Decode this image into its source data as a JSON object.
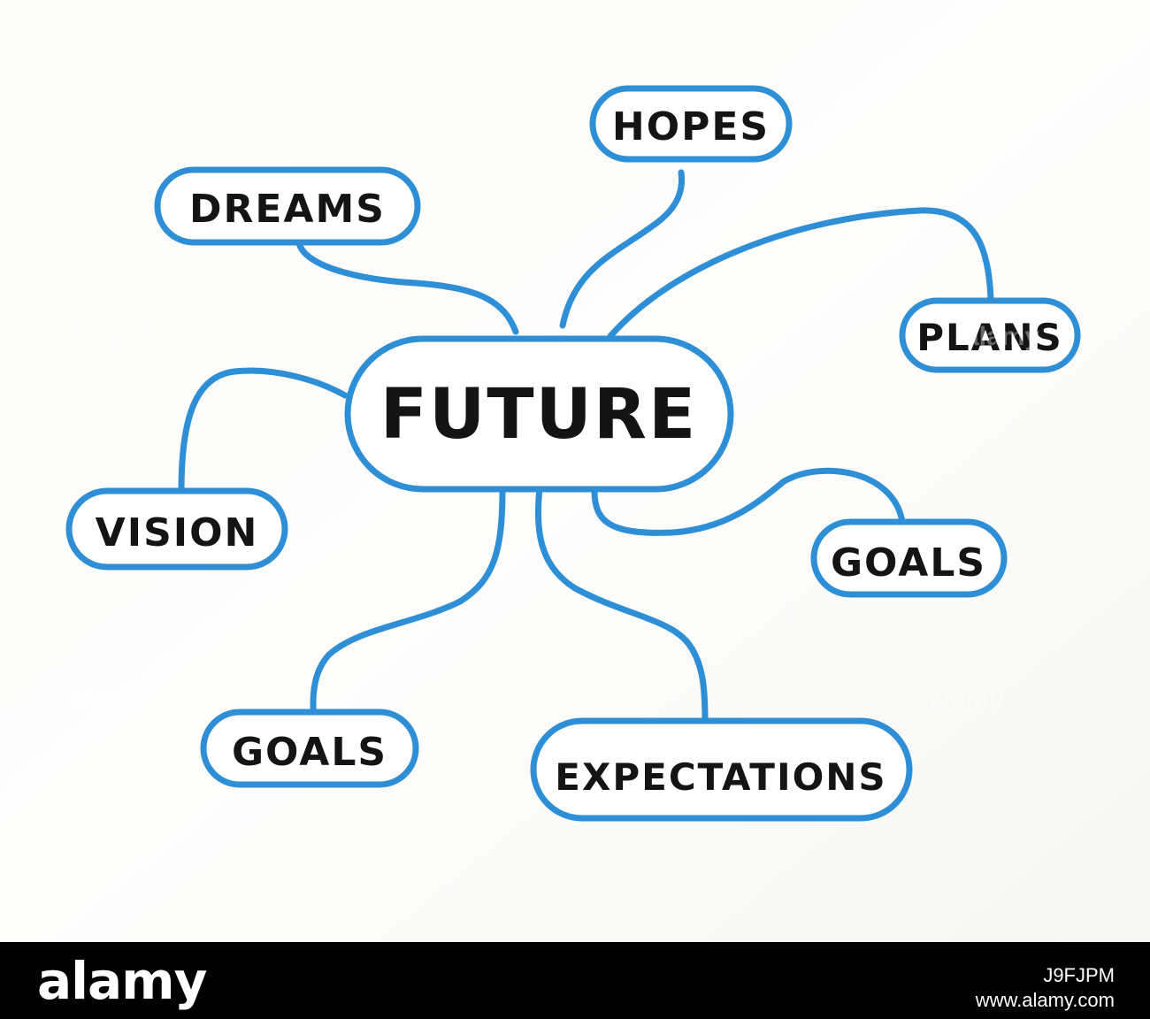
{
  "diagram": {
    "center": "FUTURE",
    "nodes": [
      "HOPES",
      "DREAMS",
      "PLANS",
      "VISION",
      "GOALS",
      "GOALS",
      "EXPECTATIONS"
    ]
  },
  "footer": {
    "brand": "alamy",
    "image_id": "J9FJPM",
    "site": "www.alamy.com"
  },
  "colors": {
    "marker_blue": "#2f8fd6",
    "ink": "#141414",
    "paper": "#fdfdfc",
    "footer_bg": "#000000"
  }
}
